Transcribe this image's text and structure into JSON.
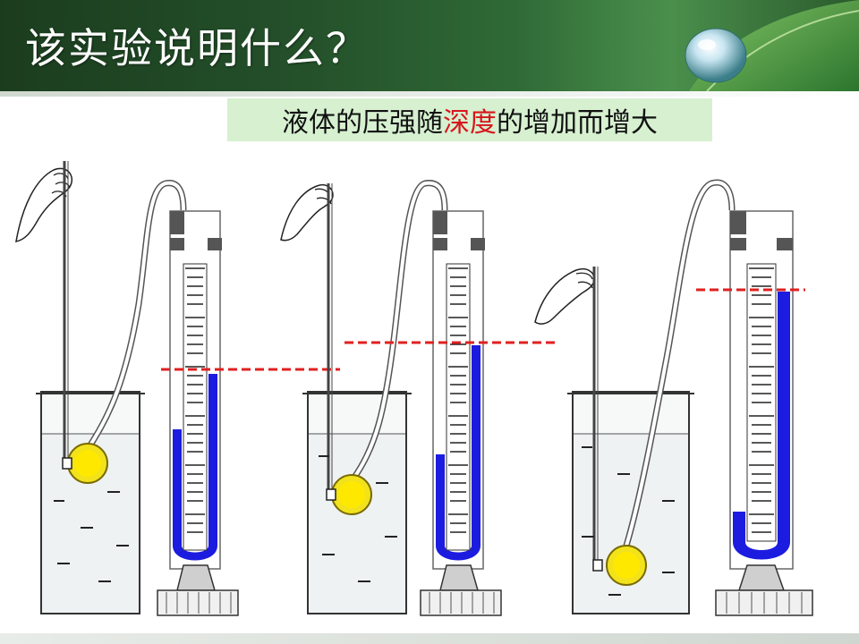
{
  "slide": {
    "title": "该实验说明什么？",
    "conclusion_prefix": "液体的压强随",
    "conclusion_highlight": "深度",
    "conclusion_suffix": "的增加而增大",
    "highlight_color": "#d8141b",
    "liquid_color": "#1c1ce0",
    "marker_color": "#e02020"
  },
  "experiments": [
    {
      "name": "shallow",
      "probe_depth": 0.25,
      "tube_left_level": 0.35,
      "tube_right_level": 0.78
    },
    {
      "name": "medium",
      "probe_depth": 0.45,
      "tube_left_level": 0.28,
      "tube_right_level": 0.88
    },
    {
      "name": "deep",
      "probe_depth": 0.85,
      "tube_left_level": 0.08,
      "tube_right_level": 1.0
    }
  ]
}
